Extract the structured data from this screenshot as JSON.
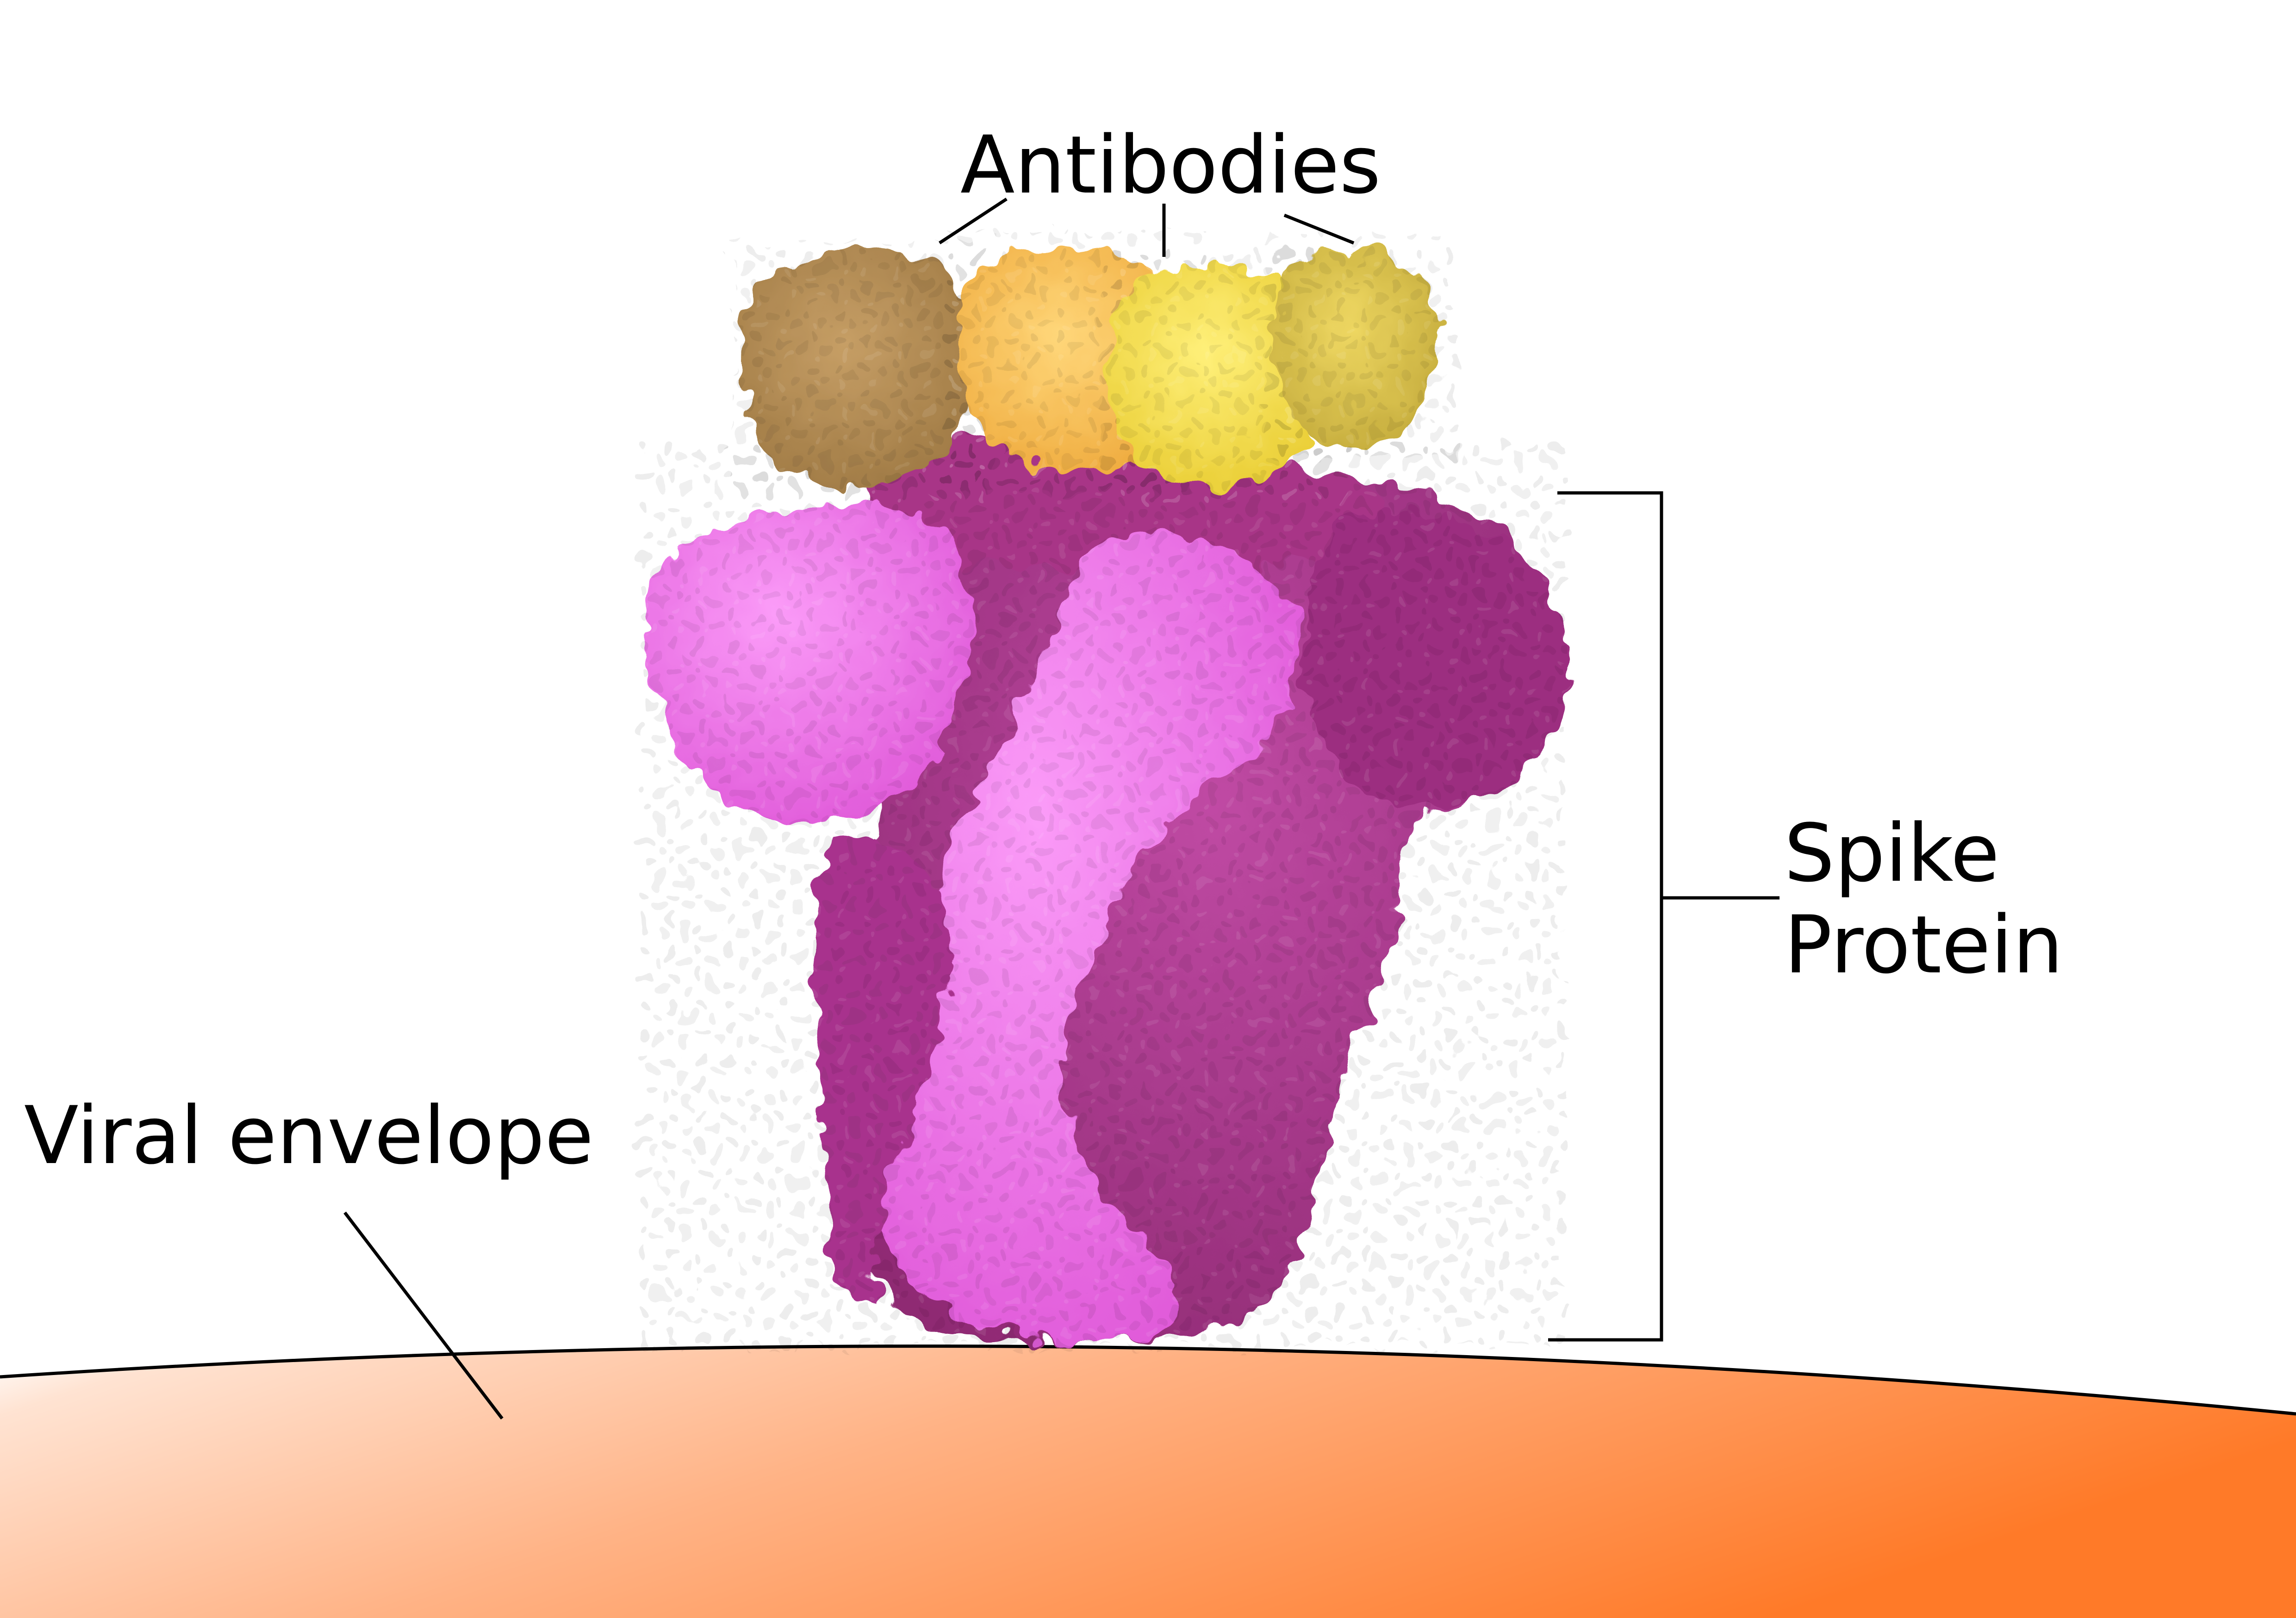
{
  "labels": {
    "antibodies": "Antibodies",
    "spike_line1": "Spike",
    "spike_line2": "Protein",
    "viral_envelope": "Viral envelope"
  },
  "colors": {
    "background": "#ffffff",
    "envelope_light": "#ffe6d6",
    "envelope_mid": "#ffad78",
    "envelope_dark": "#ff7e2e",
    "antibody_tan": "#b08a55",
    "antibody_orange": "#f4b84a",
    "antibody_yellow": "#f2dc4a",
    "antibody_olive": "#d9c24a",
    "spike_light": "#f27af0",
    "spike_mid": "#d552c8",
    "spike_dark": "#a0317f",
    "leader_line": "#000000"
  },
  "icons": [
    "antibody-blob",
    "spike-protein-blob",
    "viral-envelope-surface",
    "leader-line",
    "bracket"
  ]
}
